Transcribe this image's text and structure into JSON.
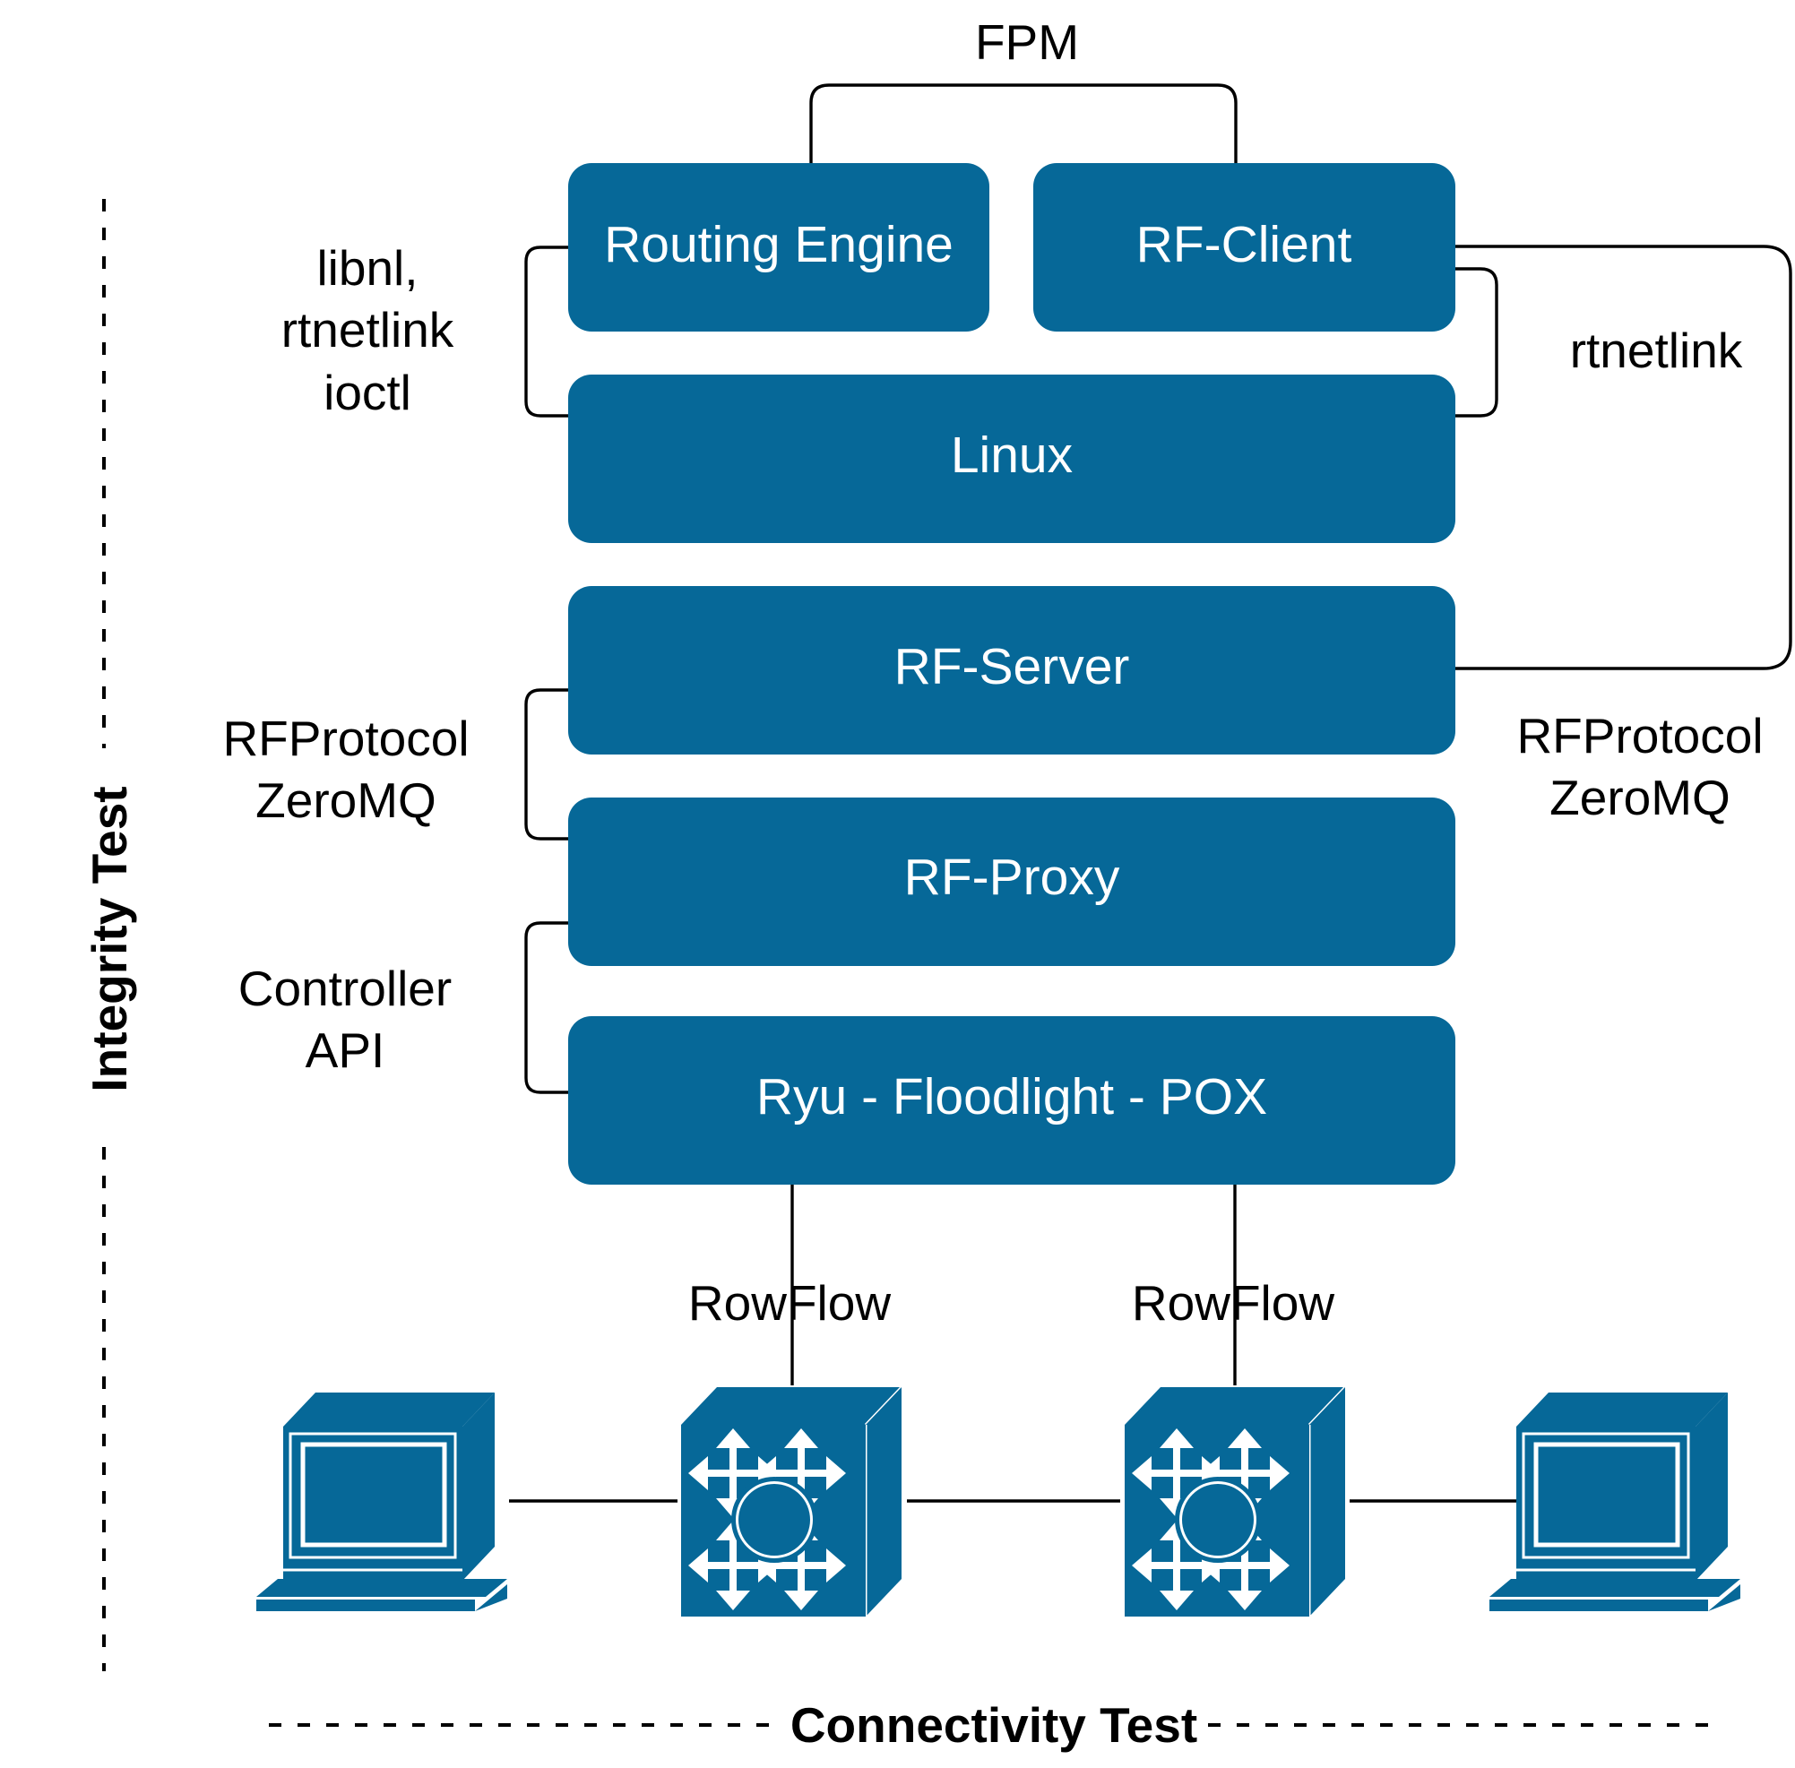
{
  "colors": {
    "box_fill": "#066898",
    "box_text": "#ffffff",
    "line": "#000000"
  },
  "boxes": {
    "routing_engine": "Routing Engine",
    "rf_client": "RF-Client",
    "linux": "Linux",
    "rf_server": "RF-Server",
    "rf_proxy": "RF-Proxy",
    "controllers": "Ryu - Floodlight - POX"
  },
  "labels": {
    "fpm": "FPM",
    "libnl": [
      "libnl,",
      "rtnetlink",
      "ioctl"
    ],
    "rtnetlink_right": "rtnetlink",
    "rfprotocol_left": [
      "RFProtocol",
      "ZeroMQ"
    ],
    "rfprotocol_right": [
      "RFProtocol",
      "ZeroMQ"
    ],
    "controller_api": [
      "Controller",
      "API"
    ],
    "rowflow_left": "RowFlow",
    "rowflow_right": "RowFlow",
    "integrity_test": "Integrity Test",
    "connectivity_test": "Connectivity Test"
  },
  "icons": {
    "left_host": "laptop-icon",
    "switch_left": "multilayer-switch-icon",
    "switch_right": "multilayer-switch-icon",
    "right_host": "laptop-icon"
  }
}
